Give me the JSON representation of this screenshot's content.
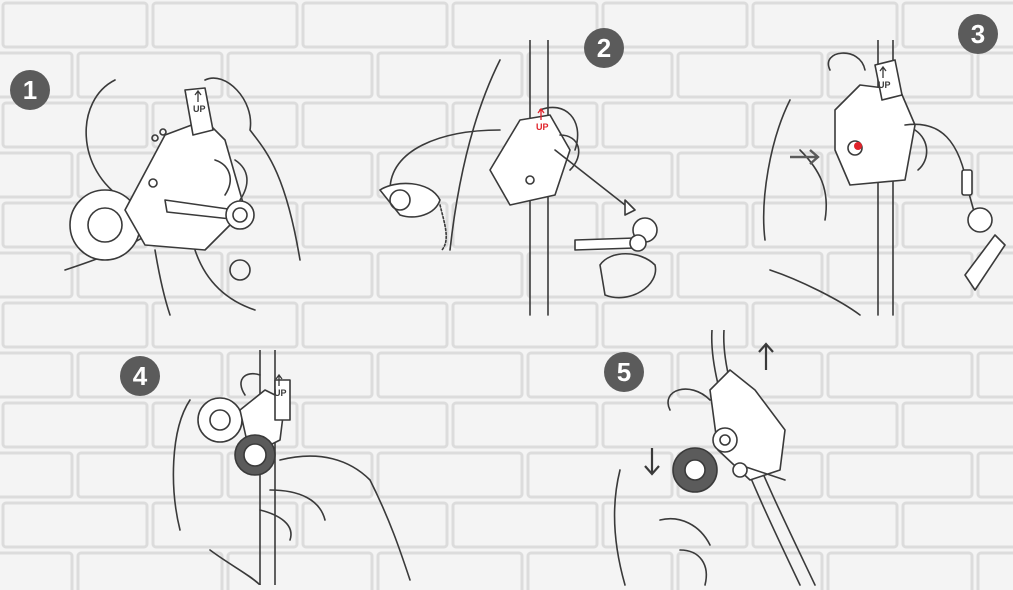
{
  "steps": [
    {
      "number": "1",
      "up_label": "UP"
    },
    {
      "number": "2",
      "up_label": "UP"
    },
    {
      "number": "3",
      "up_label": "UP"
    },
    {
      "number": "4",
      "up_label": "UP"
    },
    {
      "number": "5"
    }
  ],
  "colors": {
    "badge": "#5b5b5b",
    "line": "#3a3a3a",
    "accent_red": "#e0232b",
    "wall_bg": "#f4f4f4",
    "brick_edge": "#d9d9d9"
  }
}
